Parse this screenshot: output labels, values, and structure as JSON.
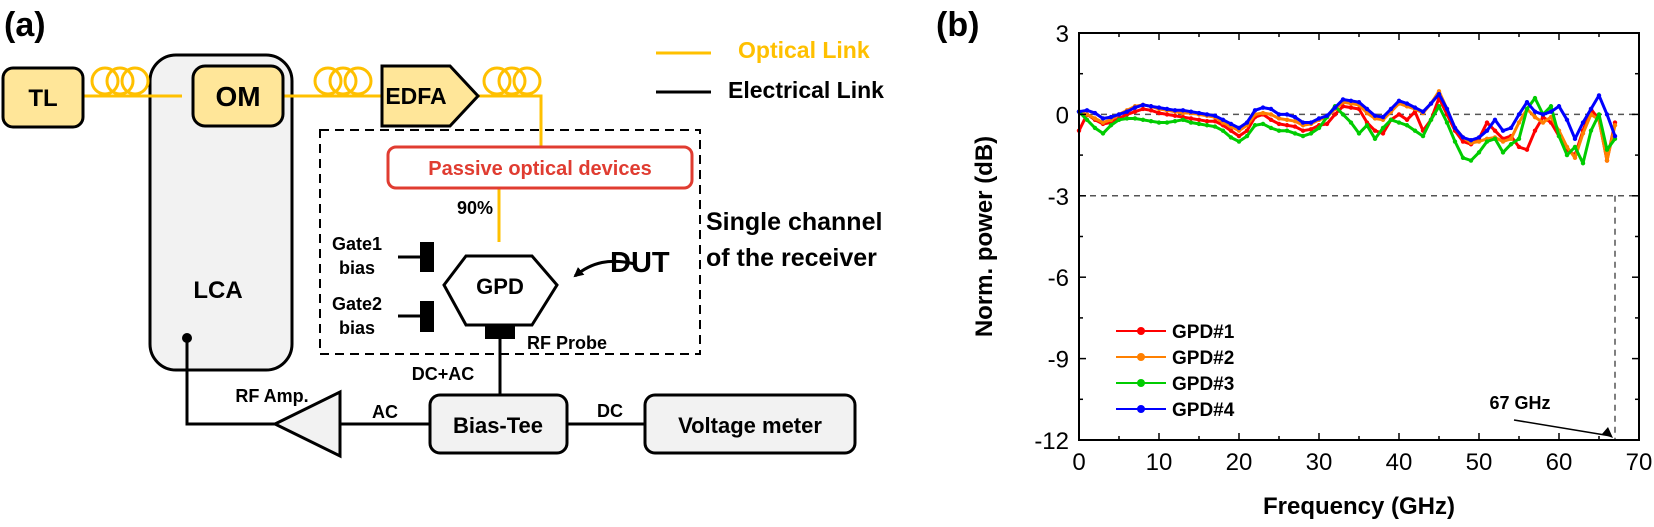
{
  "panel_a": {
    "label": "(a)",
    "legend": {
      "optical": "Optical Link",
      "electrical": "Electrical Link"
    },
    "blocks": {
      "tl": "TL",
      "om": "OM",
      "edfa": "EDFA",
      "lca": "LCA",
      "passive": "Passive optical devices",
      "gpd": "GPD",
      "bias_tee": "Bias-Tee",
      "voltage_meter": "Voltage meter"
    },
    "labels": {
      "ratio": "90%",
      "gate1": [
        "Gate1",
        "bias"
      ],
      "gate2": [
        "Gate2",
        "bias"
      ],
      "dut": "DUT",
      "single_channel": [
        "Single channel",
        "of the receiver"
      ],
      "rf_probe": "RF Probe",
      "dc_ac": "DC+AC",
      "rf_amp": "RF Amp.",
      "ac": "AC",
      "dc": "DC"
    },
    "colors": {
      "optical": "#FFC000",
      "block_fill": "#FFE699",
      "gray_fill": "#F2F2F2",
      "passive_red": "#E03C31",
      "line": "#000000"
    }
  },
  "chart_data": {
    "type": "line",
    "panel_label": "(b)",
    "title": "",
    "xlabel": "Frequency (GHz)",
    "ylabel": "Norm. power (dB)",
    "xlim": [
      0,
      70
    ],
    "ylim": [
      -12,
      3
    ],
    "xticks": [
      0,
      10,
      20,
      30,
      40,
      50,
      60,
      70
    ],
    "yticks": [
      -12,
      -9,
      -6,
      -3,
      0,
      3
    ],
    "grid": false,
    "legend_position": "lower-left",
    "reference_lines": [
      {
        "axis": "y",
        "value": 0,
        "style": "dashed"
      },
      {
        "axis": "y",
        "value": -3,
        "style": "dashed"
      },
      {
        "axis": "x",
        "value": 67,
        "style": "dashed"
      }
    ],
    "annotation": {
      "text": "67 GHz",
      "x": 67,
      "y": -12
    },
    "x": [
      0,
      1,
      2,
      3,
      4,
      5,
      6,
      7,
      8,
      9,
      10,
      11,
      12,
      13,
      14,
      15,
      16,
      17,
      18,
      19,
      20,
      21,
      22,
      23,
      24,
      25,
      26,
      27,
      28,
      29,
      30,
      31,
      32,
      33,
      34,
      35,
      36,
      37,
      38,
      39,
      40,
      41,
      42,
      43,
      44,
      45,
      46,
      47,
      48,
      49,
      50,
      51,
      52,
      53,
      54,
      55,
      56,
      57,
      58,
      59,
      60,
      61,
      62,
      63,
      64,
      65,
      66,
      67
    ],
    "series": [
      {
        "name": "GPD#1",
        "color": "#FF0000",
        "values": [
          -0.6,
          0.0,
          -0.2,
          -0.35,
          -0.3,
          -0.15,
          0.0,
          0.1,
          0.2,
          0.15,
          0.05,
          0.0,
          -0.05,
          -0.1,
          -0.15,
          -0.2,
          -0.25,
          -0.25,
          -0.4,
          -0.6,
          -0.8,
          -0.6,
          -0.1,
          0.0,
          -0.2,
          -0.35,
          -0.4,
          -0.45,
          -0.6,
          -0.55,
          -0.4,
          -0.35,
          0.0,
          0.3,
          0.25,
          0.2,
          -0.3,
          -0.6,
          -0.7,
          -0.2,
          0.0,
          -0.2,
          0.1,
          -0.6,
          -0.2,
          0.6,
          0.0,
          -0.6,
          -1.0,
          -1.1,
          -0.9,
          -0.3,
          -0.6,
          -0.9,
          -0.8,
          -1.2,
          -1.3,
          -0.6,
          -0.1,
          -0.3,
          -0.8,
          -1.3,
          -1.5,
          -0.6,
          0.2,
          -0.2,
          -1.7,
          -0.3
        ]
      },
      {
        "name": "GPD#2",
        "color": "#FF8000",
        "values": [
          0.1,
          0.0,
          -0.15,
          -0.3,
          -0.2,
          0.0,
          0.15,
          0.3,
          0.35,
          0.3,
          0.2,
          0.15,
          0.1,
          0.05,
          0.05,
          0.0,
          -0.05,
          -0.1,
          -0.3,
          -0.45,
          -0.6,
          -0.4,
          0.0,
          0.05,
          0.0,
          -0.15,
          -0.2,
          -0.25,
          -0.4,
          -0.35,
          -0.2,
          -0.1,
          0.2,
          0.45,
          0.4,
          0.35,
          0.05,
          -0.15,
          -0.2,
          0.1,
          0.4,
          0.3,
          0.2,
          0.05,
          0.4,
          0.85,
          0.2,
          -0.5,
          -0.85,
          -1.05,
          -1.0,
          -0.9,
          -0.85,
          -1.0,
          -0.9,
          -0.3,
          0.2,
          -0.1,
          -0.3,
          -0.1,
          -0.6,
          -1.2,
          -1.6,
          -0.7,
          0.0,
          -0.2,
          -1.7,
          -0.4
        ]
      },
      {
        "name": "GPD#3",
        "color": "#00CC00",
        "values": [
          0.1,
          -0.2,
          -0.5,
          -0.7,
          -0.4,
          -0.2,
          -0.15,
          -0.15,
          -0.2,
          -0.25,
          -0.3,
          -0.3,
          -0.25,
          -0.2,
          -0.3,
          -0.35,
          -0.4,
          -0.45,
          -0.6,
          -0.85,
          -1.0,
          -0.8,
          -0.4,
          -0.35,
          -0.5,
          -0.6,
          -0.6,
          -0.7,
          -0.8,
          -0.7,
          -0.5,
          -0.1,
          0.3,
          0.0,
          -0.3,
          -0.7,
          -0.4,
          -0.9,
          -0.5,
          -0.2,
          -0.3,
          -0.4,
          -0.6,
          -0.8,
          -0.2,
          0.3,
          -0.3,
          -1.0,
          -1.6,
          -1.7,
          -1.4,
          -1.0,
          -0.9,
          -1.4,
          -1.1,
          -0.9,
          0.2,
          0.6,
          0.0,
          0.3,
          -0.8,
          -1.5,
          -1.2,
          -1.8,
          -0.6,
          0.0,
          -1.3,
          -0.9
        ]
      },
      {
        "name": "GPD#4",
        "color": "#0000FF",
        "values": [
          0.1,
          0.15,
          0.05,
          -0.15,
          -0.1,
          0.0,
          0.1,
          0.25,
          0.35,
          0.3,
          0.25,
          0.2,
          0.15,
          0.15,
          0.1,
          0.05,
          0.0,
          -0.05,
          -0.2,
          -0.35,
          -0.5,
          -0.3,
          0.15,
          0.25,
          0.2,
          0.0,
          0.0,
          -0.1,
          -0.3,
          -0.3,
          -0.15,
          -0.05,
          0.25,
          0.55,
          0.5,
          0.45,
          0.2,
          -0.05,
          -0.1,
          0.2,
          0.5,
          0.4,
          0.25,
          0.1,
          0.4,
          0.75,
          0.2,
          -0.5,
          -0.85,
          -0.95,
          -0.85,
          -0.6,
          -0.2,
          -0.6,
          -0.5,
          0.0,
          0.45,
          0.1,
          0.0,
          0.1,
          0.3,
          -0.2,
          -0.9,
          -0.3,
          0.2,
          0.7,
          0.0,
          -0.8
        ]
      }
    ]
  }
}
